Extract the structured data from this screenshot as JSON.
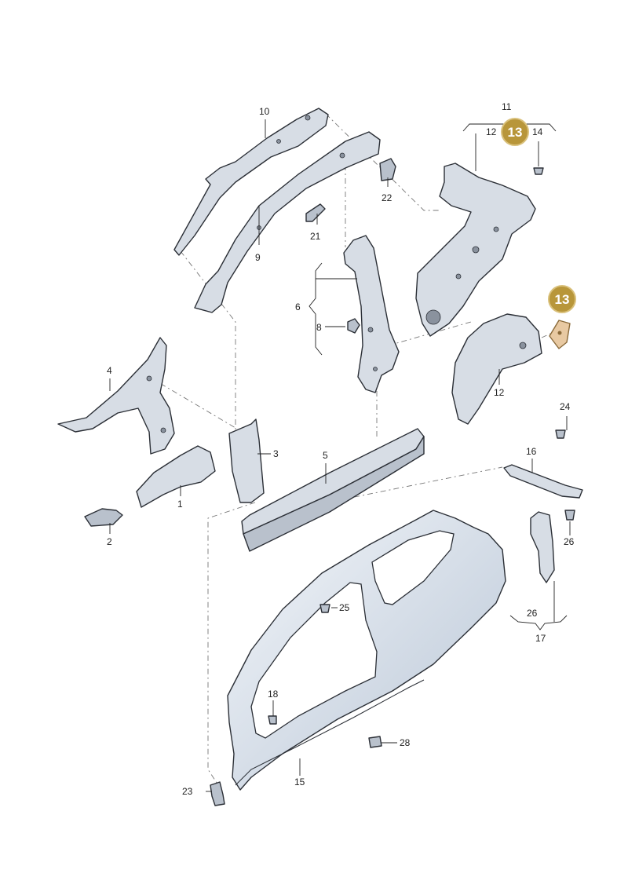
{
  "labels": {
    "l1": "1",
    "l2": "2",
    "l3": "3",
    "l4": "4",
    "l5": "5",
    "l6": "6",
    "l8": "8",
    "l9": "9",
    "l10": "10",
    "l11": "11",
    "l12a": "12",
    "l12b": "12",
    "l14": "14",
    "l15": "15",
    "l16": "16",
    "l17": "17",
    "l18": "18",
    "l21": "21",
    "l22": "22",
    "l23": "23",
    "l24": "24",
    "l25": "25",
    "l26a": "26",
    "l26b": "26",
    "l28": "28"
  },
  "badges": {
    "top": "13",
    "side": "13"
  },
  "colors": {
    "badge": "#b8963a",
    "badge_ring": "#d9c07a"
  }
}
